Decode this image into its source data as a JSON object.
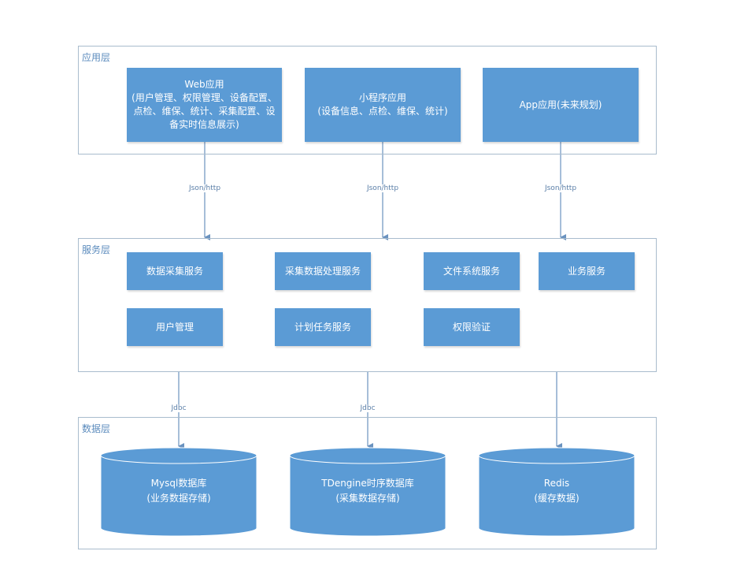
{
  "app_layer": {
    "label": "应用层",
    "boxes": [
      {
        "title": "Web应用",
        "detail": "(用户管理、权限管理、设备配置、点检、维保、统计、采集配置、设备实时信息展示)"
      },
      {
        "title": "小程序应用",
        "detail": "(设备信息、点检、维保、统计)"
      },
      {
        "title": "App应用(未来规划)",
        "detail": ""
      }
    ]
  },
  "app_connections": [
    "Json/http",
    "Json/http",
    "Json/http"
  ],
  "service_layer": {
    "label": "服务层",
    "services": [
      "数据采集服务",
      "采集数据处理服务",
      "文件系统服务",
      "业务服务",
      "用户管理",
      "计划任务服务",
      "权限验证"
    ]
  },
  "data_connections": [
    "Jdbc",
    "Jdbc"
  ],
  "data_layer": {
    "label": "数据层",
    "databases": [
      {
        "name": "Mysql数据库",
        "detail": "(业务数据存储)"
      },
      {
        "name": "TDengine时序数据库",
        "detail": "(采集数据存储)"
      },
      {
        "name": "Redis",
        "detail": "(缓存数据)"
      }
    ]
  },
  "colors": {
    "box": "#5b9bd5",
    "border": "#a9bccd",
    "arrow": "#6a92bf"
  }
}
